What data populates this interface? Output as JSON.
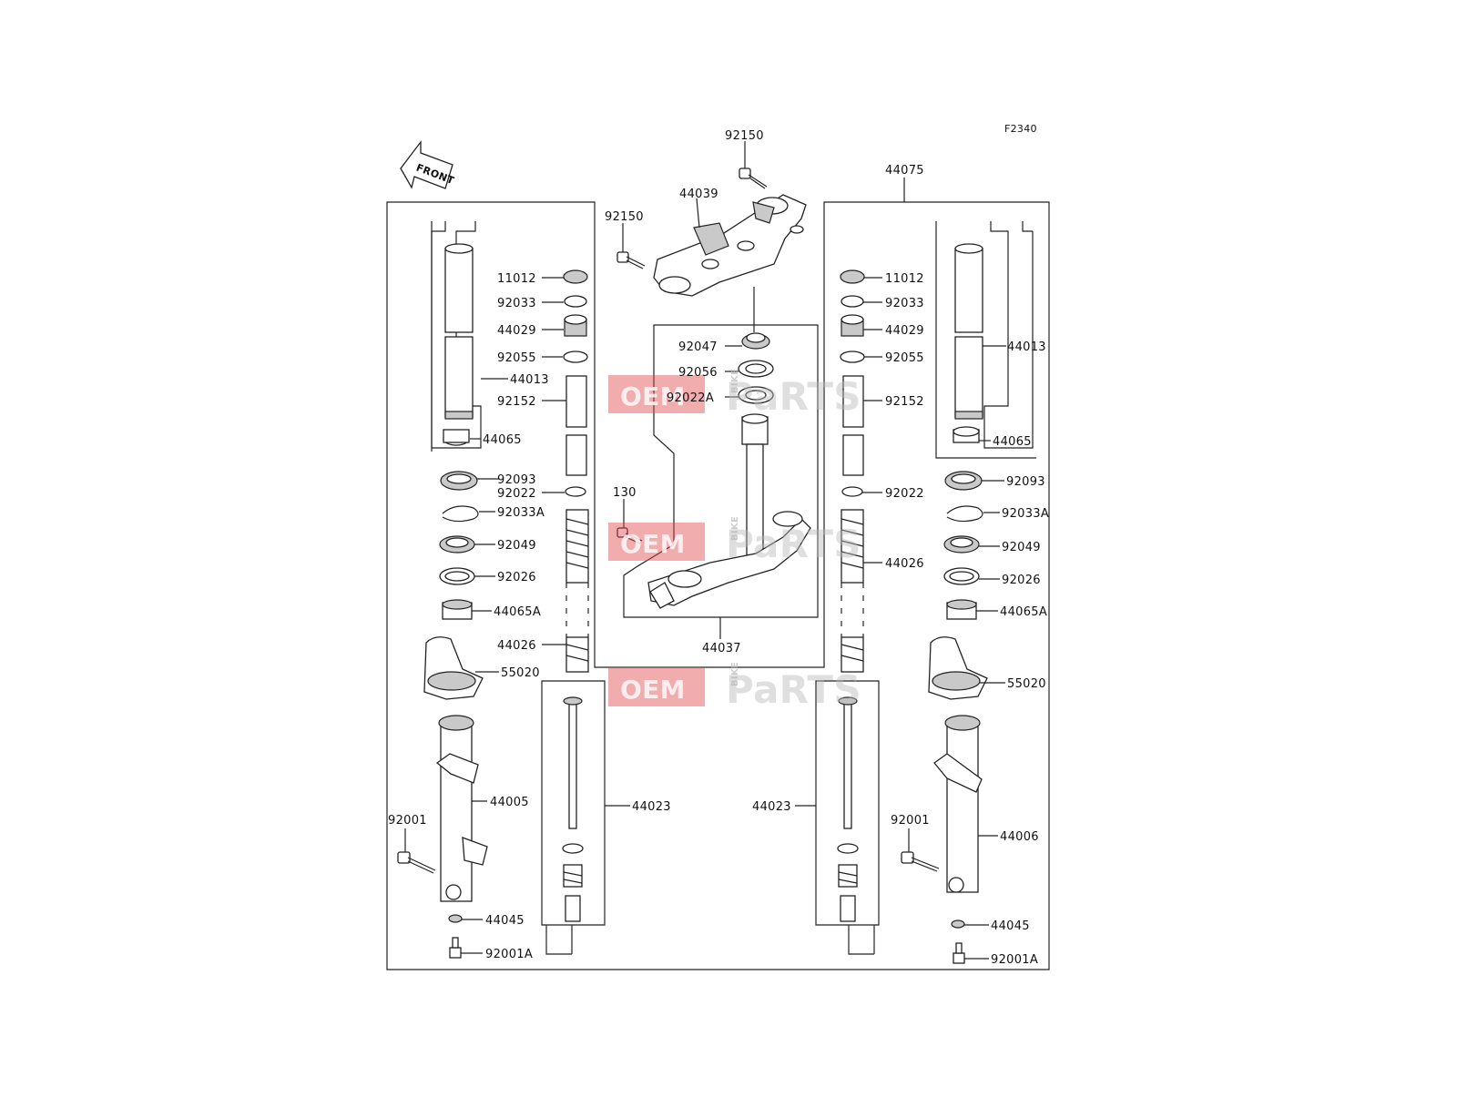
{
  "diagram": {
    "code": "F2340",
    "front_label": "FRONT",
    "watermark": {
      "left": "OEM",
      "vertical": "BIKE",
      "right": "PaRTS",
      "accent_color": "#e0484c",
      "gray_color": "#b9b9b9"
    },
    "parts": {
      "p92150_top": "92150",
      "p92150_left": "92150",
      "p44039": "44039",
      "p44075": "44075",
      "p11012_l": "11012",
      "p92033_l": "92033",
      "p44029_l": "44029",
      "p92055_l": "92055",
      "p44013_l": "44013",
      "p92152_l": "92152",
      "p44065_l": "44065",
      "p92093_l": "92093",
      "p92022_l": "92022",
      "p92033A_l": "92033A",
      "p92049_l": "92049",
      "p92026_l": "92026",
      "p44065A_l": "44065A",
      "p44026_l": "44026",
      "p55020_l": "55020",
      "p44005": "44005",
      "p92001_l": "92001",
      "p44045_l": "44045",
      "p92001A_l": "92001A",
      "p44023_l": "44023",
      "p92047": "92047",
      "p92056": "92056",
      "p92022A": "92022A",
      "p130": "130",
      "p44037": "44037",
      "p11012_r": "11012",
      "p92033_r": "92033",
      "p44029_r": "44029",
      "p92055_r": "92055",
      "p44013_r": "44013",
      "p92152_r": "92152",
      "p44065_r": "44065",
      "p92093_r": "92093",
      "p92022_r": "92022",
      "p92033A_r": "92033A",
      "p92049_r": "92049",
      "p92026_r": "92026",
      "p44065A_r": "44065A",
      "p44026_r": "44026",
      "p55020_r": "55020",
      "p44006": "44006",
      "p92001_r": "92001",
      "p44045_r": "44045",
      "p92001A_r": "92001A",
      "p44023_r": "44023"
    }
  }
}
